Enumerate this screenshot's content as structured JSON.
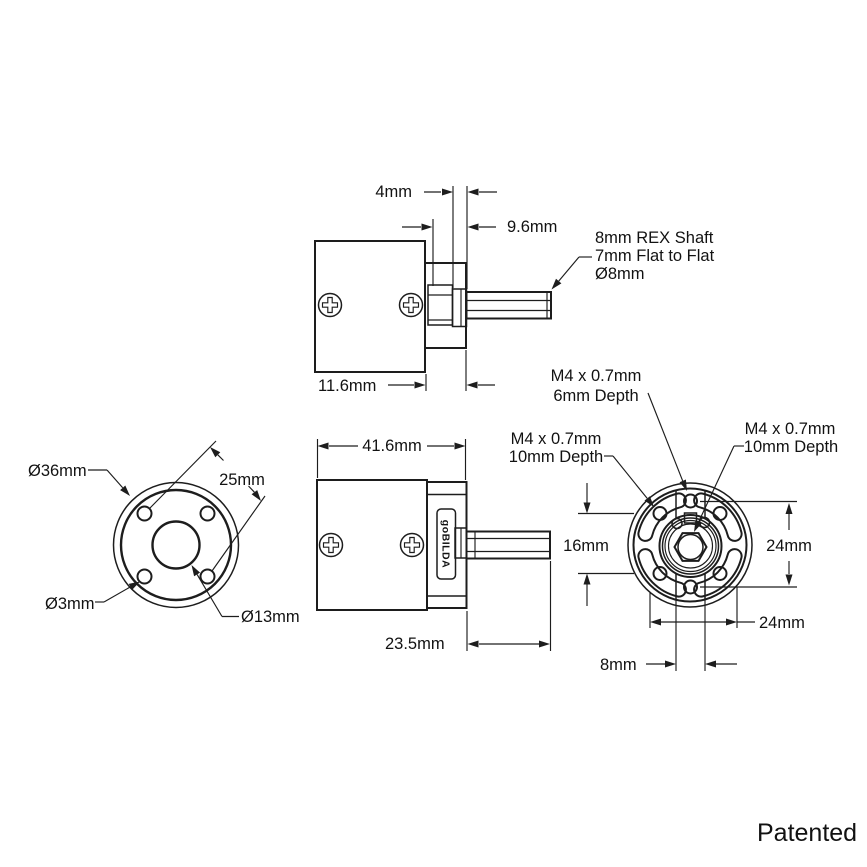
{
  "colors": {
    "line": "#1d1d1d",
    "text": "#121212",
    "background": "#ffffff"
  },
  "watermark": "Patented",
  "top_view": {
    "dim_hub_width": "4mm",
    "dim_shaft_rear": "9.6mm",
    "dim_plate_thickness": "11.6mm",
    "shaft_note": [
      "8mm REX Shaft",
      "7mm Flat to Flat",
      "Ø8mm"
    ]
  },
  "front_view": {
    "dim_outer_diameter": "Ø36mm",
    "dim_bolt_diagonal": "25mm",
    "dim_screw_hole": "Ø3mm",
    "dim_center_bore": "Ø13mm"
  },
  "side_view": {
    "dim_body_length": "41.6mm",
    "dim_shaft_length": "23.5mm",
    "logo": "goBILDA"
  },
  "rear_view": {
    "note_m4_top": [
      "M4 x 0.7mm",
      "6mm Depth"
    ],
    "note_m4_left": [
      "M4 x 0.7mm",
      "10mm Depth"
    ],
    "note_m4_right": [
      "M4 x 0.7mm",
      "10mm Depth"
    ],
    "dim_hole_span_left": "16mm",
    "dim_hole_span_right": "24mm",
    "dim_hole_span_bottom": "24mm",
    "dim_channel_width": "8mm"
  }
}
